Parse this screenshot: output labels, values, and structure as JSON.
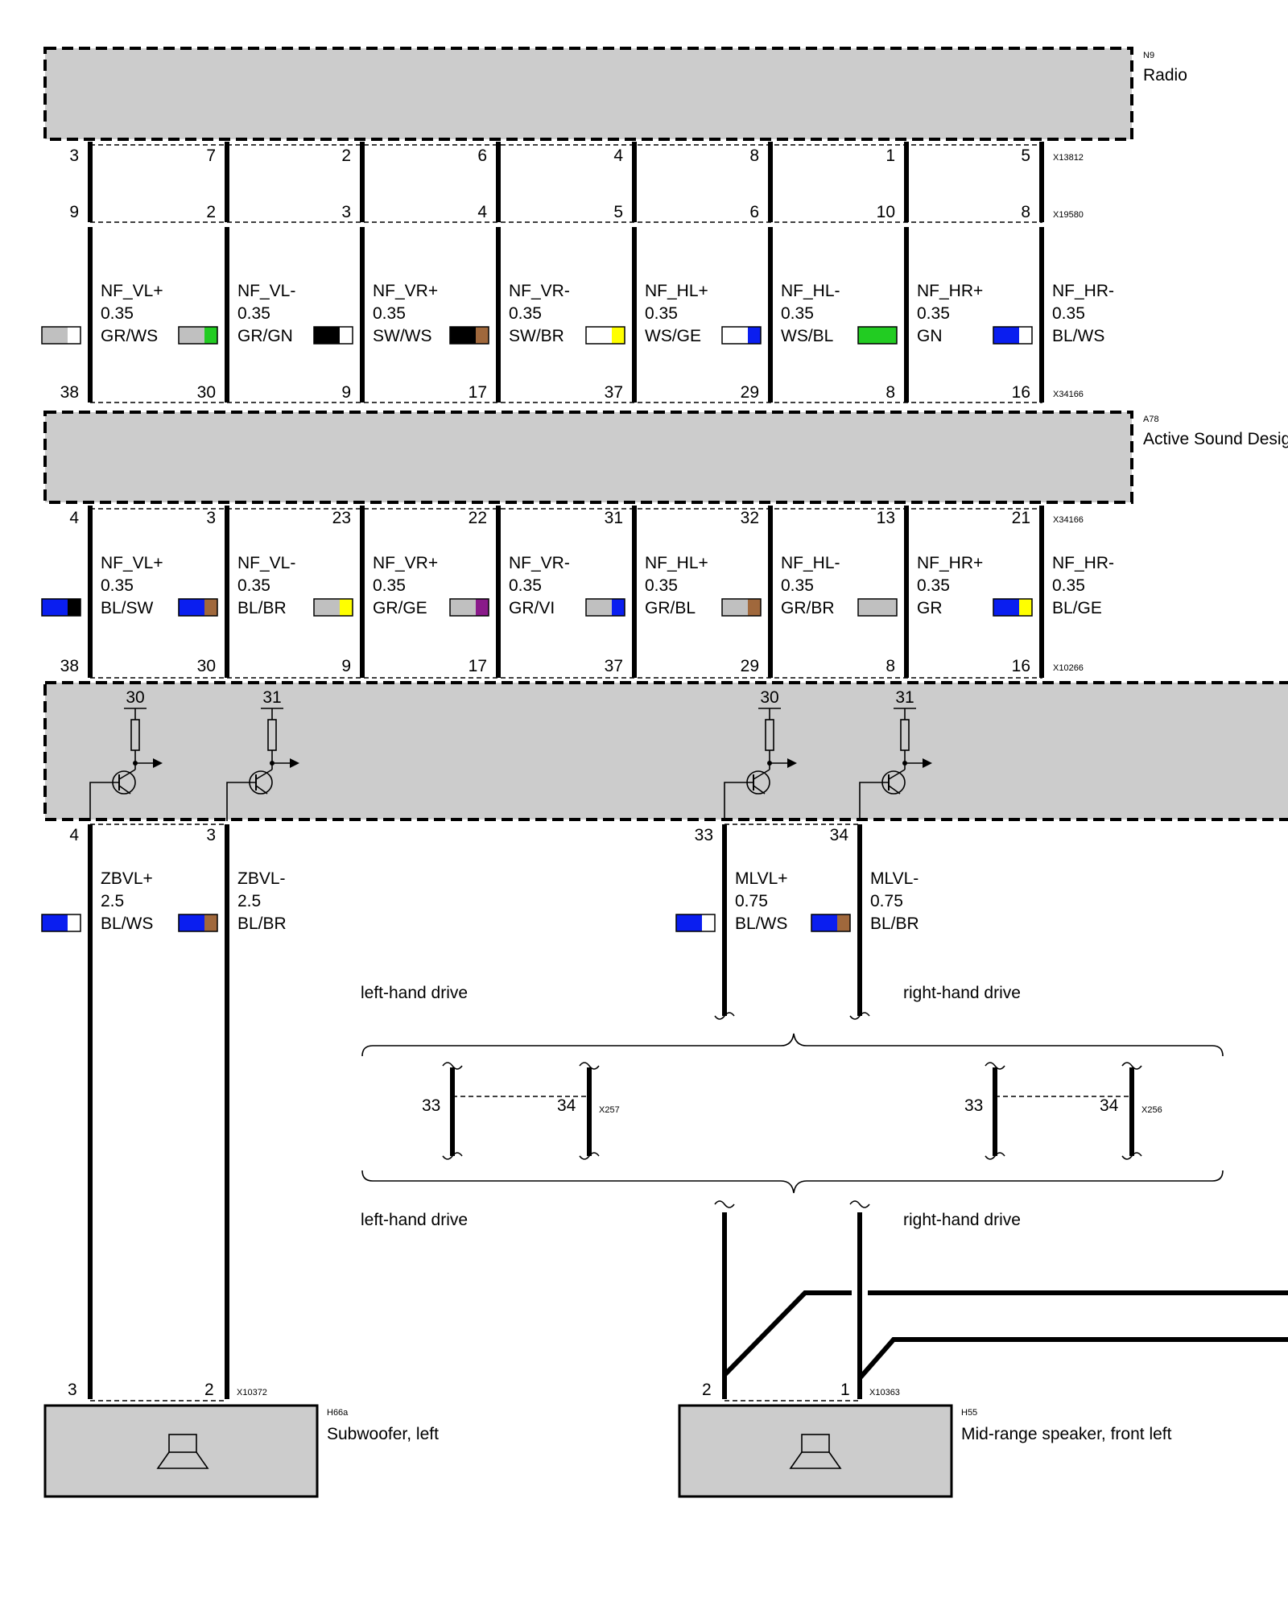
{
  "modules": {
    "radio": {
      "code": "N9",
      "name": "Radio"
    },
    "asd": {
      "code": "A78",
      "name": "Active Sound Desig"
    },
    "sub": {
      "code": "H66a",
      "name": "Subwoofer, left"
    },
    "mid": {
      "code": "H55",
      "name": "Mid-range speaker, front left"
    }
  },
  "connectors": {
    "c1": "X13812",
    "c2": "X19580",
    "c3": "X34166",
    "c4": "X34166",
    "c5": "X10266",
    "c6": "X257",
    "c7": "X256",
    "c8": "X10372",
    "c9": "X10363"
  },
  "colors": {
    "GR": "#c0c0c0",
    "WS": "#ffffff",
    "GN": "#22cc22",
    "SW": "#000000",
    "BR": "#a0683c",
    "GE": "#ffff00",
    "BL": "#0a1ef0",
    "VI": "#8a1a8a"
  },
  "pins": {
    "radio_out": [
      "3",
      "7",
      "2",
      "6",
      "4",
      "8",
      "1",
      "5"
    ],
    "conn_mid": [
      "9",
      "2",
      "3",
      "4",
      "5",
      "6",
      "10",
      "8"
    ],
    "asd_in": [
      "38",
      "30",
      "9",
      "17",
      "37",
      "29",
      "8",
      "16"
    ],
    "asd_out": [
      "4",
      "3",
      "23",
      "22",
      "31",
      "32",
      "13",
      "21"
    ],
    "amp_in": [
      "38",
      "30",
      "9",
      "17",
      "37",
      "29",
      "8",
      "16"
    ],
    "amp_out": [
      "4",
      "3",
      "33",
      "34"
    ],
    "amp_supply": [
      "30",
      "31",
      "30",
      "31"
    ],
    "x257": [
      "33",
      "34"
    ],
    "x256": [
      "33",
      "34"
    ],
    "sub": [
      "3",
      "2"
    ],
    "mid": [
      "2",
      "1"
    ]
  },
  "wires_top": [
    {
      "name": "NF_VL+",
      "size": "0.35",
      "color": "GR/WS"
    },
    {
      "name": "NF_VL-",
      "size": "0.35",
      "color": "GR/GN"
    },
    {
      "name": "NF_VR+",
      "size": "0.35",
      "color": "SW/WS"
    },
    {
      "name": "NF_VR-",
      "size": "0.35",
      "color": "SW/BR"
    },
    {
      "name": "NF_HL+",
      "size": "0.35",
      "color": "WS/GE"
    },
    {
      "name": "NF_HL-",
      "size": "0.35",
      "color": "WS/BL"
    },
    {
      "name": "NF_HR+",
      "size": "0.35",
      "color": "GN"
    },
    {
      "name": "NF_HR-",
      "size": "0.35",
      "color": "BL/WS"
    }
  ],
  "wires_mid": [
    {
      "name": "NF_VL+",
      "size": "0.35",
      "color": "BL/SW"
    },
    {
      "name": "NF_VL-",
      "size": "0.35",
      "color": "BL/BR"
    },
    {
      "name": "NF_VR+",
      "size": "0.35",
      "color": "GR/GE"
    },
    {
      "name": "NF_VR-",
      "size": "0.35",
      "color": "GR/VI"
    },
    {
      "name": "NF_HL+",
      "size": "0.35",
      "color": "GR/BL"
    },
    {
      "name": "NF_HL-",
      "size": "0.35",
      "color": "GR/BR"
    },
    {
      "name": "NF_HR+",
      "size": "0.35",
      "color": "GR"
    },
    {
      "name": "NF_HR-",
      "size": "0.35",
      "color": "BL/GE"
    }
  ],
  "wires_out": [
    {
      "name": "ZBVL+",
      "size": "2.5",
      "color": "BL/WS"
    },
    {
      "name": "ZBVL-",
      "size": "2.5",
      "color": "BL/BR"
    },
    {
      "name": "MLVL+",
      "size": "0.75",
      "color": "BL/WS"
    },
    {
      "name": "MLVL-",
      "size": "0.75",
      "color": "BL/BR"
    }
  ],
  "notes": {
    "lhd1": "left-hand drive",
    "rhd1": "right-hand drive",
    "lhd2": "left-hand drive",
    "rhd2": "right-hand drive"
  }
}
